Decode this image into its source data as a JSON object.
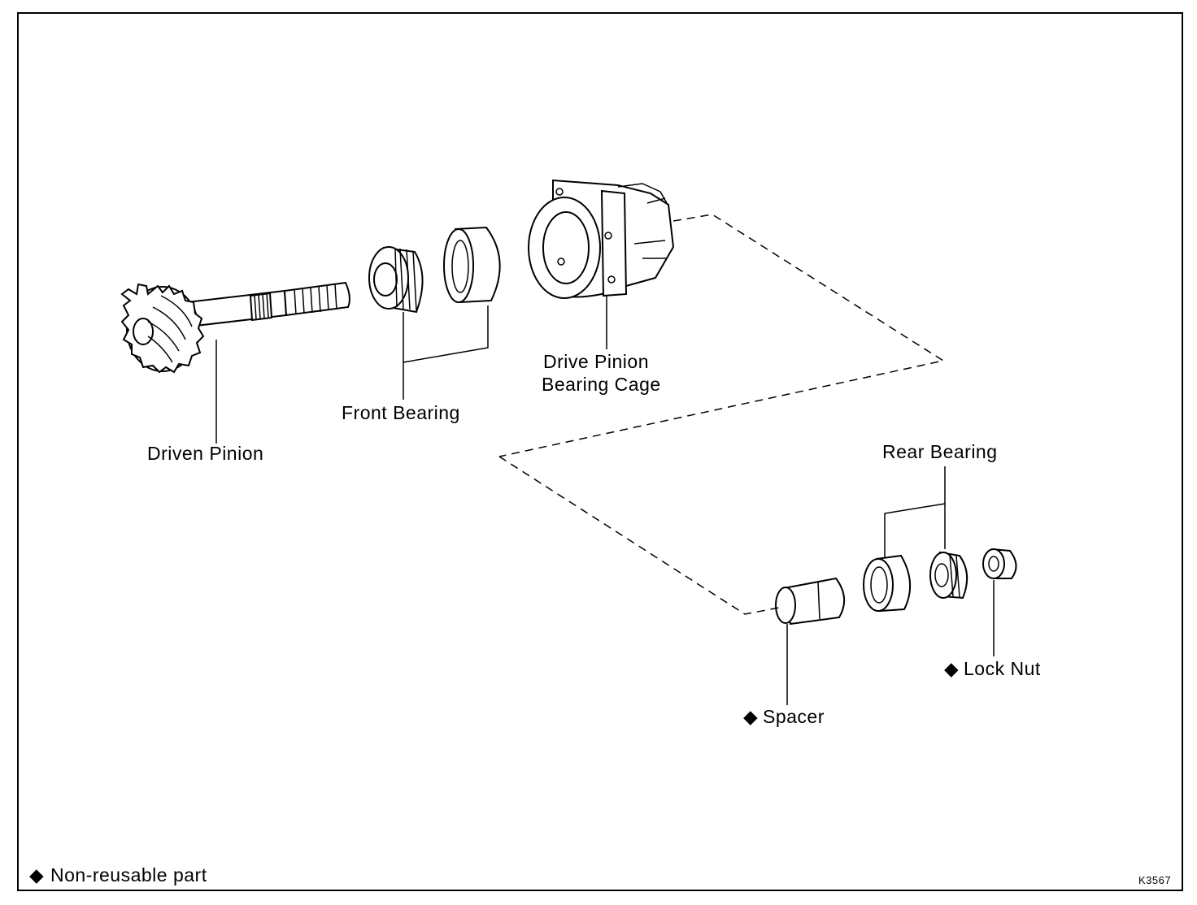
{
  "labels": {
    "driven_pinion": "Driven Pinion",
    "front_bearing": "Front Bearing",
    "cage_line1": "Drive Pinion",
    "cage_line2": "Bearing Cage",
    "rear_bearing": "Rear Bearing",
    "spacer": "Spacer",
    "lock_nut": "Lock Nut"
  },
  "legend": {
    "marker": "◆",
    "text": "Non-reusable part"
  },
  "figure_code": "K3567"
}
